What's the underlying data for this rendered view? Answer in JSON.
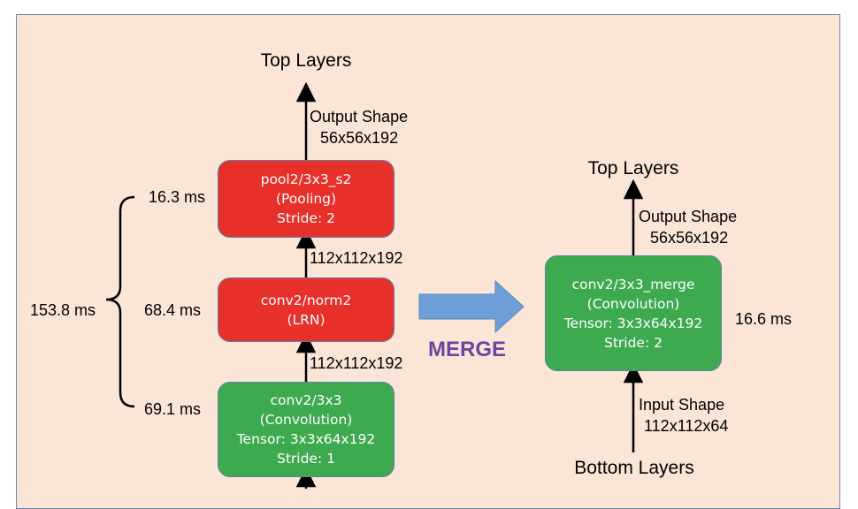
{
  "left": {
    "top_label": "Top Layers",
    "output_shape_label": "Output Shape",
    "output_shape_value": "56x56x192",
    "pool_box": {
      "line1": "pool2/3x3_s2",
      "line2": "(Pooling)",
      "line3": "Stride: 2"
    },
    "norm_box": {
      "line1": "conv2/norm2",
      "line2": "(LRN)"
    },
    "conv_box": {
      "line1": "conv2/3x3",
      "line2": "(Convolution)",
      "line3": "Tensor: 3x3x64x192",
      "line4": "Stride: 1"
    },
    "shape_between_pool_norm": "112x112x192",
    "shape_between_norm_conv": "112x112x192",
    "time_pool": "16.3 ms",
    "time_norm": "68.4 ms",
    "time_conv": "69.1 ms",
    "time_total": "153.8 ms"
  },
  "merge_label": "MERGE",
  "right": {
    "top_label": "Top Layers",
    "output_shape_label": "Output Shape",
    "output_shape_value": "56x56x192",
    "merge_box": {
      "line1": "conv2/3x3_merge",
      "line2": "(Convolution)",
      "line3": "Tensor: 3x3x64x192",
      "line4": "Stride: 2"
    },
    "time": "16.6 ms",
    "input_shape_label": "Input Shape",
    "input_shape_value": "112x112x64",
    "bottom_label": "Bottom Layers"
  },
  "colors": {
    "panel_bg": "#fbe5d6",
    "panel_border": "#6f86a8",
    "red_box": "#e8302a",
    "green_box": "#3eaa4f",
    "merge_text": "#6a45a0",
    "merge_arrow": "#6f9fd8"
  }
}
